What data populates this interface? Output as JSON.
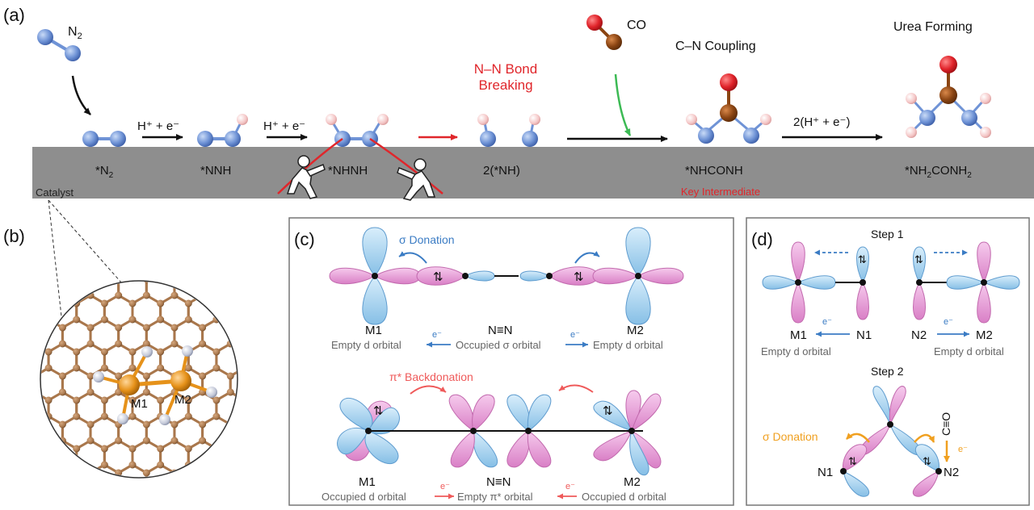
{
  "panel_a": {
    "label": "(a)",
    "n2_label": "N",
    "n2_sub": "2",
    "co_label": "CO",
    "h_e_1": "H⁺ + e⁻",
    "h_e_2": "H⁺ + e⁻",
    "nn_break_line1": "N–N Bond",
    "nn_break_line2": "Breaking",
    "cn_coupling": "C–N Coupling",
    "urea_forming": "Urea Forming",
    "h_e_3": "2(H⁺ + e⁻)",
    "catalyst": "Catalyst",
    "key_intermediate": "Key Intermediate",
    "species": {
      "s1_pre": "*N",
      "s1_sub": "2",
      "s2": "*NNH",
      "s3": "*NHNH",
      "s4": "2(*NH)",
      "s5": "*NHCONH",
      "s6_a": "*NH",
      "s6_b": "2",
      "s6_c": "CONH",
      "s6_d": "2"
    }
  },
  "panel_b": {
    "label": "(b)",
    "m1": "M1",
    "m2": "M2"
  },
  "panel_c": {
    "label": "(c)",
    "sigma_donation": "σ Donation",
    "pi_backdonation": "π* Backdonation",
    "top": {
      "m1": "M1",
      "nn": "N≡N",
      "m2": "M2",
      "e_left": "e⁻",
      "e_right": "e⁻",
      "empty_d_left": "Empty d orbital",
      "occ_sigma": "Occupied σ orbital",
      "empty_d_right": "Empty d orbital"
    },
    "bottom": {
      "m1": "M1",
      "nn": "N≡N",
      "m2": "M2",
      "e_left": "e⁻",
      "e_right": "e⁻",
      "occ_d_left": "Occupied d orbital",
      "empty_pi": "Empty π* orbital",
      "occ_d_right": "Occupied d orbital"
    }
  },
  "panel_d": {
    "label": "(d)",
    "step1": "Step 1",
    "step2": "Step 2",
    "m1": "M1",
    "n1": "N1",
    "n2": "N2",
    "m2": "M2",
    "e_left": "e⁻",
    "e_right": "e⁻",
    "empty_left": "Empty d orbital",
    "empty_right": "Empty d orbital",
    "sigma_donation": "σ Donation",
    "co": "C≡O",
    "e_co": "e⁻",
    "n1_b": "N1",
    "n2_b": "N2"
  },
  "colors": {
    "nitrogen": "#6f93d6",
    "hydrogen": "#f4c6c6",
    "carbon": "#8b4513",
    "oxygen": "#e0232a",
    "catalyst": "#8e8e8e",
    "red_accent": "#e0262b",
    "green_arrow": "#3cba54",
    "pink_orbital": "#e7a5d9",
    "blue_orbital": "#a9d3ef",
    "blue_arrow": "#3b7cc4",
    "orange_accent": "#f0a020",
    "metal": "#e6921a",
    "lattice": "#a9774c"
  }
}
